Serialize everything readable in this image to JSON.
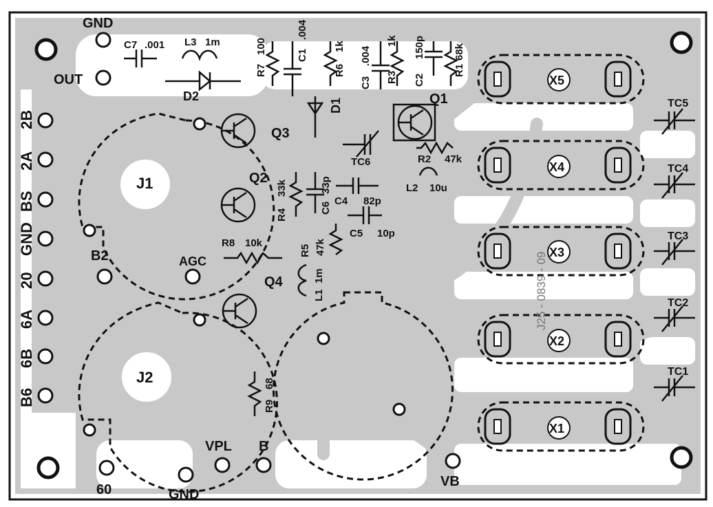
{
  "board": {
    "colors": {
      "copper": "#c8c8c8",
      "ink": "#111111",
      "paper": "#ffffff"
    },
    "board_number": "J25 - 0839 - 09"
  },
  "edge_pins": [
    "2B",
    "2A",
    "BS",
    "GND",
    "20",
    "6A",
    "6B",
    "B6"
  ],
  "top_pins": {
    "gnd": "GND",
    "out": "OUT"
  },
  "bottom_pins": {
    "p60": "60",
    "gnd": "GND",
    "vpl": "VPL",
    "b": "B",
    "vb": "VB"
  },
  "inner_pins": {
    "b2": "B2",
    "agc": "AGC"
  },
  "sockets": {
    "j1": "J1",
    "j2": "J2"
  },
  "crystals": [
    "X5",
    "X4",
    "X3",
    "X2",
    "X1"
  ],
  "trimmers": [
    "TC5",
    "TC4",
    "TC3",
    "TC2",
    "TC1"
  ],
  "transistors": {
    "q1": "Q1",
    "q2": "Q2",
    "q3": "Q3",
    "q4": "Q4"
  },
  "diodes": {
    "d1": "D1",
    "d2": "D2"
  },
  "components": {
    "c7": "C7",
    "c7v": ".001",
    "l3": "L3",
    "l3v": "1m",
    "r7": "R7",
    "r7v": "100",
    "c1": "C1",
    "c1v": ".004",
    "r6": "R6",
    "r6v": "1k",
    "c3": "C3",
    "c3v": ".004",
    "r3": "R3",
    "r3v": "1k",
    "c2": "C2",
    "c2v": "150p",
    "r1": "R1",
    "r1v": "68k",
    "tc6": "TC6",
    "r2": "R2",
    "r2v": "47k",
    "l2": "L2",
    "l2v": "10u",
    "r4": "R4",
    "r4v": "33k",
    "c6": "C6",
    "c6v": "33p",
    "c4": "C4",
    "c4v": "82p",
    "c5": "C5",
    "c5v": "10p",
    "r5": "R5",
    "r5v": "47k",
    "r8": "R8",
    "r8v": "10k",
    "l1": "L1",
    "l1v": "1m",
    "r9": "R9",
    "r9v": "68"
  }
}
